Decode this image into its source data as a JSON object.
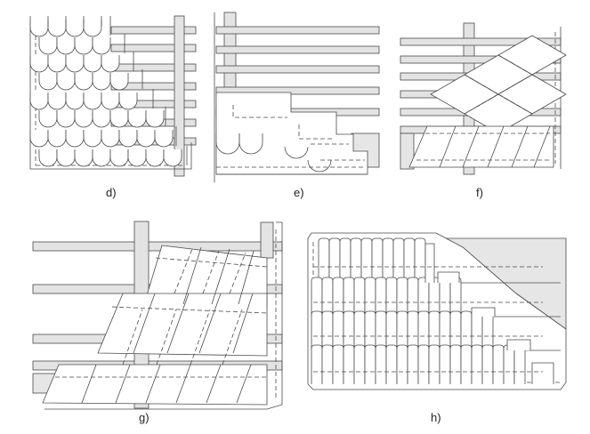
{
  "figure": {
    "panels": [
      {
        "id": "d",
        "label": "d)"
      },
      {
        "id": "e",
        "label": "e)"
      },
      {
        "id": "f",
        "label": "f)"
      },
      {
        "id": "g",
        "label": "g)"
      },
      {
        "id": "h",
        "label": "h)"
      }
    ],
    "colors": {
      "stroke": "#4a4a4a",
      "batten_fill": "#e3e3e3",
      "background_fill": "#e6e6e6",
      "tile_fill": "#ffffff"
    }
  }
}
